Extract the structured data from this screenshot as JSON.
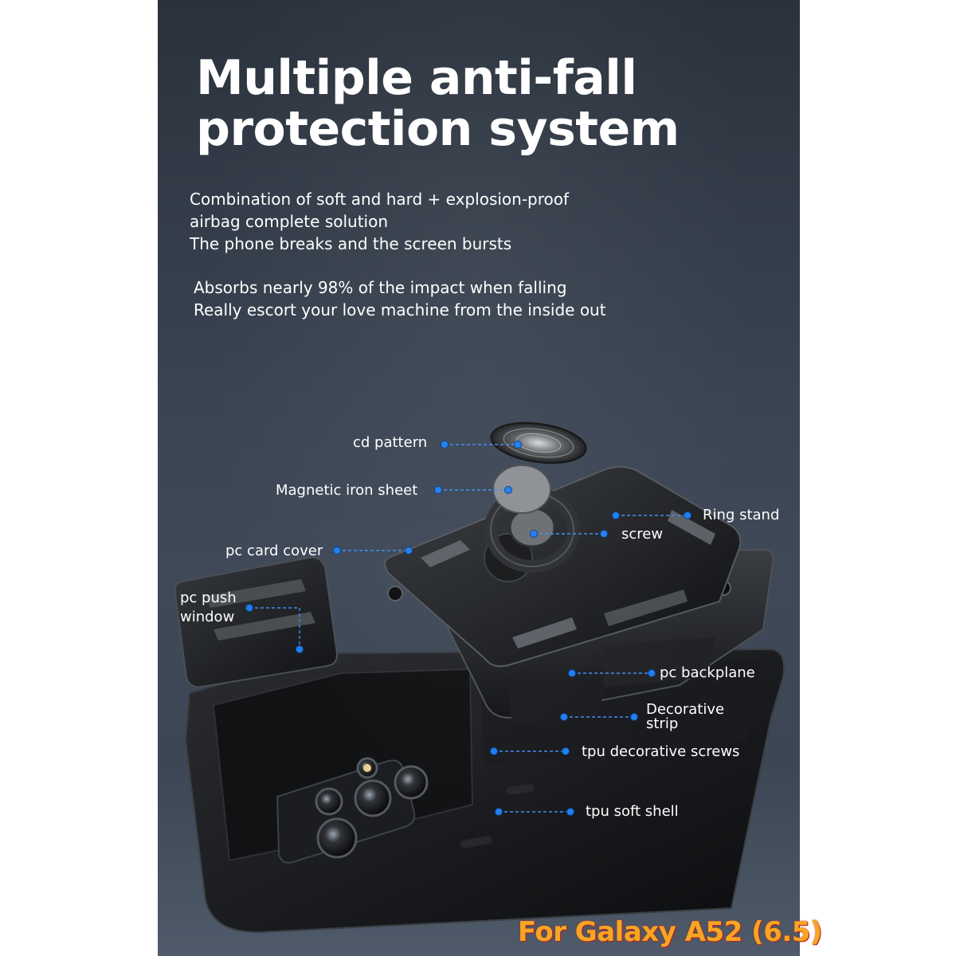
{
  "headline": {
    "line1": "Multiple anti-fall",
    "line2": "protection system"
  },
  "paragraph_1": {
    "line1": "Combination of soft and hard + explosion-proof",
    "line2": "airbag complete solution",
    "line3": "The phone breaks and the screen bursts"
  },
  "paragraph_2": {
    "line1": "Absorbs nearly 98% of the impact when falling",
    "line2": "Really escort your love machine from the inside out"
  },
  "labels": {
    "cd_pattern": "cd pattern",
    "magnetic_iron_sheet": "Magnetic iron sheet",
    "ring_stand": "Ring stand",
    "screw": "screw",
    "pc_card_cover": "pc card cover",
    "pc_push_window_line1": "pc push",
    "pc_push_window_line2": "window",
    "pc_backplane": "pc backplane",
    "decorative_strip_line1": "Decorative",
    "decorative_strip_line2": "strip",
    "tpu_decorative_screws": "tpu decorative screws",
    "tpu_soft_shell": "tpu soft shell"
  },
  "badge": "For Galaxy A52 (6.5)",
  "colors": {
    "background_top": "#2a323c",
    "background_bottom": "#4f5b6a",
    "text": "#ffffff",
    "pointer_blue": "#1e7ff0",
    "badge_text": "#f5a623",
    "badge_outline": "#c02020",
    "case_black": "#151618"
  }
}
